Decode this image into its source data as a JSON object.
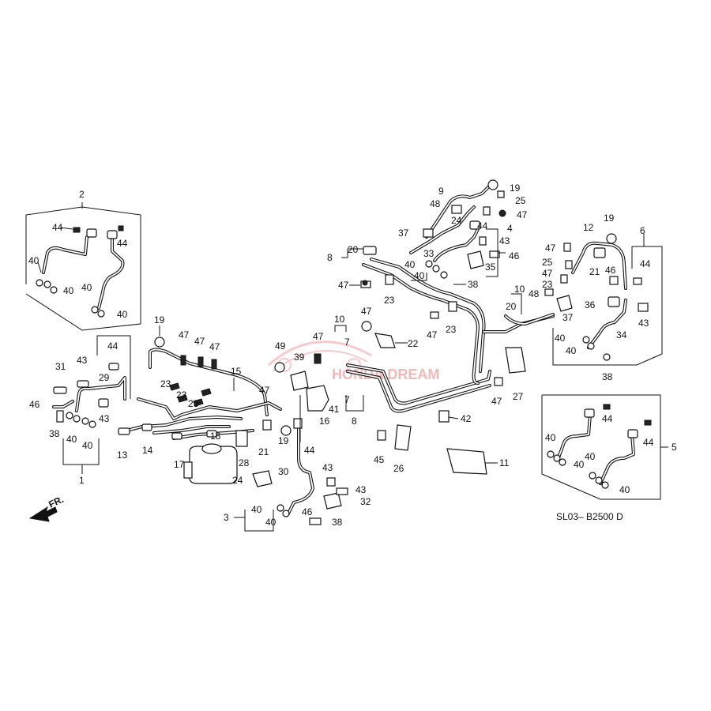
{
  "callouts": {
    "n2": "2",
    "n44a": "44",
    "n44b": "44",
    "n40a": "40",
    "n40b": "40",
    "n40c": "40",
    "n40d": "40",
    "n19a": "19",
    "n47a": "47",
    "n47b": "47",
    "n47c": "47",
    "n44c": "44",
    "n43a": "43",
    "n31": "31",
    "n29": "29",
    "n46a": "46",
    "n43b": "43",
    "n38a": "38",
    "n40e": "40",
    "n40f": "40",
    "n1": "1",
    "n15": "15",
    "n23a": "23",
    "n23b": "23",
    "n23c": "23",
    "n13": "13",
    "n14": "14",
    "n17": "17",
    "n18": "18",
    "n47d": "47",
    "n49": "49",
    "n39": "39",
    "n16": "16",
    "n41": "41",
    "n21a": "21",
    "n28": "28",
    "n19b": "19",
    "n24a": "24",
    "n44d": "44",
    "n30": "30",
    "n43c": "43",
    "n43d": "43",
    "n32": "32",
    "n40g": "40",
    "n46b": "46",
    "n40h": "40",
    "n38b": "38",
    "n3": "3",
    "n10a": "10",
    "n47e": "47",
    "n7a": "7",
    "n47f": "47",
    "n22": "22",
    "n7b": "7",
    "n8a": "8",
    "n9": "9",
    "n19c": "19",
    "n25a": "25",
    "n48a": "48",
    "n47g": "47",
    "n24b": "24",
    "n44e": "44",
    "n37a": "37",
    "n4": "4",
    "n43e": "43",
    "n20a": "20",
    "n8b": "8",
    "n33": "33",
    "n46c": "46",
    "n40i": "40",
    "n35": "35",
    "n40j": "40",
    "n47h": "47",
    "n23d": "23",
    "n38c": "38",
    "n47i": "47",
    "n23e": "23",
    "n45": "45",
    "n26": "26",
    "n42": "42",
    "n11": "11",
    "n27": "27",
    "n47j": "47",
    "n10b": "10",
    "n20b": "20",
    "n48b": "48",
    "n37b": "37",
    "n12": "12",
    "n19d": "19",
    "n6": "6",
    "n47k": "47",
    "n25b": "25",
    "n21b": "21",
    "n46d": "46",
    "n23f": "23",
    "n47l": "47",
    "n36": "36",
    "n44f": "44",
    "n43f": "43",
    "n34": "34",
    "n40k": "40",
    "n40l": "40",
    "n38d": "38",
    "n44g": "44",
    "n44h": "44",
    "n40m": "40",
    "n40n": "40",
    "n40o": "40",
    "n40p": "40",
    "n5": "5"
  },
  "diagram_code": "SL03– B2500 D",
  "direction_label": "FR.",
  "watermark": "HONDA DREAM"
}
